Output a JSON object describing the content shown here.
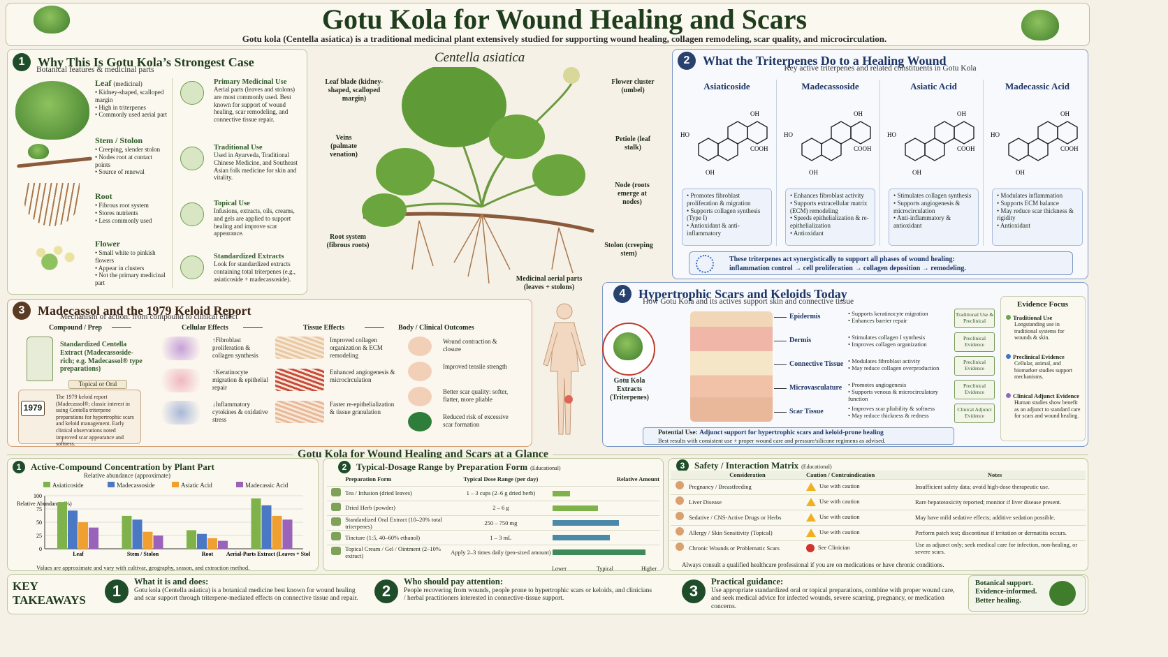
{
  "header": {
    "title": "Gotu Kola for Wound Healing and Scars",
    "subtitle": "Gotu kola (Centella asiatica) is a traditional medicinal plant extensively studied for supporting wound healing, collagen remodeling, scar quality, and microcirculation."
  },
  "s1": {
    "num": "1",
    "title": "Why This Is Gotu Kola’s Strongest Case",
    "subtitle": "Botanical features & medicinal parts",
    "parts": [
      {
        "name": "Leaf",
        "tag": "(medicinal)",
        "items": [
          "Kidney-shaped, scalloped margin",
          "High in triterpenes",
          "Commonly used aerial part"
        ]
      },
      {
        "name": "Stem / Stolon",
        "tag": "",
        "items": [
          "Creeping, slender stolon",
          "Nodes root at contact points",
          "Source of renewal"
        ]
      },
      {
        "name": "Root",
        "tag": "",
        "items": [
          "Fibrous root system",
          "Stores nutrients",
          "Less commonly used"
        ]
      },
      {
        "name": "Flower",
        "tag": "",
        "items": [
          "Small white to pinkish flowers",
          "Appear in clusters",
          "Not the primary medicinal part"
        ]
      }
    ],
    "uses": [
      {
        "title": "Primary Medicinal Use",
        "text": "Aerial parts (leaves and stolons) are most commonly used. Best known for support of wound healing, scar remodeling, and connective tissue repair."
      },
      {
        "title": "Traditional Use",
        "text": "Used in Ayurveda, Traditional Chinese Medicine, and Southeast Asian folk medicine for skin and vitality."
      },
      {
        "title": "Topical Use",
        "text": "Infusions, extracts, oils, creams, and gels are applied to support healing and improve scar appearance."
      },
      {
        "title": "Standardized Extracts",
        "text": "Look for standardized extracts containing total triterpenes (e.g., asiaticoside + madecassoside)."
      }
    ]
  },
  "plant": {
    "title": "Centella asiatica",
    "labels": {
      "leaf": "Leaf blade (kidney-shaped, scalloped margin)",
      "veins": "Veins (palmate venation)",
      "flower": "Flower cluster (umbel)",
      "petiole": "Petiole (leaf stalk)",
      "node": "Node (roots emerge at nodes)",
      "root": "Root system (fibrous roots)",
      "stolon": "Stolon (creeping stem)",
      "aerial": "Medicinal aerial parts (leaves + stolons)"
    }
  },
  "s2": {
    "num": "2",
    "title": "What the Triterpenes Do to a Healing Wound",
    "subtitle": "Key active triterpenes and related constituents in Gotu Kola",
    "compounds": [
      {
        "name": "Asiaticoside",
        "items": [
          "Promotes fibroblast proliferation & migration",
          "Supports collagen synthesis (Type I)",
          "Antioxidant & anti-inflammatory"
        ]
      },
      {
        "name": "Madecassoside",
        "items": [
          "Enhances fibroblast activity",
          "Supports extracellular matrix (ECM) remodeling",
          "Speeds epithelialization & re-epithelialization",
          "Antioxidant"
        ]
      },
      {
        "name": "Asiatic Acid",
        "items": [
          "Stimulates collagen synthesis",
          "Supports angiogenesis & microcirculation",
          "Anti-inflammatory & antioxidant"
        ]
      },
      {
        "name": "Madecassic Acid",
        "items": [
          "Modulates inflammation",
          "Supports ECM balance",
          "May reduce scar thickness & rigidity",
          "Antioxidant"
        ]
      }
    ],
    "chem": {
      "oh": "OH",
      "cooh": "COOH",
      "ho": "HO"
    },
    "summary1": "These triterpenes act synergistically to support all phases of wound healing:",
    "summary2": "inflammation control → cell proliferation → collagen deposition → remodeling."
  },
  "s3": {
    "num": "3",
    "title": "Madecassol and the 1979 Keloid Report",
    "subtitle": "Mechanism of action: from compound to clinical effect",
    "cols": [
      "Compound / Prep",
      "Cellular Effects",
      "Tissue Effects",
      "Body / Clinical Outcomes"
    ],
    "prep": "Standardized Centella Extract (Madecassoside-rich; e.g. Madecassol® type preparations)",
    "prep_tag": "Topical or Oral",
    "year": "1979",
    "report": "The 1979 keloid report (Madecassol®; classic interest in using Centella triterpene preparations for hypertrophic scars and keloid management. Early clinical observations noted improved scar appearance and softness.",
    "cellular": [
      "↑Fibroblast proliferation & collagen synthesis",
      "↑Keratinocyte migration & epithelial repair",
      "↓Inflammatory cytokines & oxidative stress"
    ],
    "tissue": [
      "Improved collagen organization & ECM remodeling",
      "Enhanced angiogenesis & microcirculation",
      "Faster re-epithelialization & tissue granulation"
    ],
    "outcomes": [
      "Wound contraction & closure",
      "Improved tensile strength",
      "Better scar quality: softer, flatter, more pliable",
      "Reduced risk of excessive scar formation"
    ]
  },
  "s4": {
    "num": "4",
    "title": "Hypertrophic Scars and Keloids Today",
    "subtitle": "How Gotu Kola and its actives support skin and connective tissue",
    "extract": "Gotu Kola Extracts (Triterpenes)",
    "layers": [
      {
        "name": "Epidermis",
        "items": [
          "Supports keratinocyte migration",
          "Enhances barrier repair"
        ],
        "ev": "Traditional Use & Preclinical"
      },
      {
        "name": "Dermis",
        "items": [
          "Stimulates collagen I synthesis",
          "Improves collagen organization"
        ],
        "ev": "Preclinical Evidence"
      },
      {
        "name": "Connective Tissue",
        "items": [
          "Modulates fibroblast activity",
          "May reduce collagen overproduction"
        ],
        "ev": "Preclinical Evidence"
      },
      {
        "name": "Microvasculature",
        "items": [
          "Promotes angiogenesis",
          "Supports venous & microcirculatory function"
        ],
        "ev": "Preclinical Evidence"
      },
      {
        "name": "Scar Tissue",
        "items": [
          "Improves scar pliability & softness",
          "May reduce thickness & redness"
        ],
        "ev": "Clinical Adjunct Evidence"
      }
    ],
    "potential_label": "Potential Use:",
    "potential": "Adjunct support for hypertrophic scars and keloid-prone healing",
    "potential2": "Best results with consistent use + proper wound care and pressure/silicone regimens as advised.",
    "evidence_title": "Evidence Focus",
    "evidence": [
      {
        "title": "Traditional Use",
        "text": "Longstanding use in traditional systems for wounds & skin.",
        "color": "#6aa84f"
      },
      {
        "title": "Preclinical Evidence",
        "text": "Cellular, animal, and biomarker studies support mechanisms.",
        "color": "#3d78c4"
      },
      {
        "title": "Clinical Adjunct Evidence",
        "text": "Human studies show benefit as an adjunct to standard care for scars and wound healing.",
        "color": "#8e6bbf"
      }
    ]
  },
  "glance": {
    "title": "Gotu Kola for Wound Healing and Scars at a Glance"
  },
  "chart": {
    "num": "1",
    "title": "Active-Compound Concentration by Plant Part",
    "subtitle": "Relative abundance (approximate)",
    "note": "Values are approximate and vary with cultivar, geography, season, and extraction method.",
    "chart_data": {
      "type": "bar",
      "categories": [
        "Leaf",
        "Stem / Stolon",
        "Root",
        "Aerial-Parts Extract (Leaves + Stolon)"
      ],
      "series": [
        {
          "name": "Asiaticoside",
          "values": [
            88,
            62,
            35,
            95
          ],
          "color": "#7fb24a"
        },
        {
          "name": "Madecassoside",
          "values": [
            72,
            55,
            28,
            82
          ],
          "color": "#4a78c4"
        },
        {
          "name": "Asiatic Acid",
          "values": [
            50,
            32,
            20,
            62
          ],
          "color": "#f0a030"
        },
        {
          "name": "Madecassic Acid",
          "values": [
            40,
            25,
            15,
            55
          ],
          "color": "#9a62b8"
        }
      ],
      "ylabel": "Relative Abundance (%)",
      "ylim": [
        0,
        100
      ],
      "ticks": [
        0,
        25,
        50,
        75,
        100
      ]
    }
  },
  "dosage": {
    "num": "2",
    "title": "Typical-Dosage Range by Preparation Form",
    "tag": "(Educational)",
    "headers": [
      "Preparation Form",
      "Typical Dose Range (per day)",
      "Relative Amount"
    ],
    "rows": [
      {
        "form": "Tea / Infusion (dried leaves)",
        "dose": "1 – 3 cups (2–6 g dried herb)",
        "amount": 0.18,
        "color": "#7fb24a"
      },
      {
        "form": "Dried Herb (powder)",
        "dose": "2 – 6 g",
        "amount": 0.48,
        "color": "#7fb24a"
      },
      {
        "form": "Standardized Oral Extract (10–20% total triterpenes)",
        "dose": "250 – 750 mg",
        "amount": 0.7,
        "color": "#4a8aa8"
      },
      {
        "form": "Tincture (1:5, 40–60% ethanol)",
        "dose": "1 – 3 mL",
        "amount": 0.6,
        "color": "#4a8aa8"
      },
      {
        "form": "Topical Cream / Gel / Ointment (2–10% extract)",
        "dose": "Apply 2–3 times daily (pea-sized amount)",
        "amount": 0.98,
        "color": "#3f8a5a"
      }
    ],
    "scale": [
      "Lower",
      "Typical",
      "Higher"
    ]
  },
  "safety": {
    "num": "3",
    "title": "Safety / Interaction Matrix",
    "tag": "(Educational)",
    "headers": [
      "Consideration",
      "Caution / Contraindication",
      "Notes"
    ],
    "rows": [
      {
        "c": "Pregnancy / Breastfeeding",
        "s": "Use with caution",
        "n": "Insufficient safety data; avoid high-dose therapeutic use.",
        "type": "warn"
      },
      {
        "c": "Liver Disease",
        "s": "Use with caution",
        "n": "Rare hepatotoxicity reported; monitor if liver disease present.",
        "type": "warn"
      },
      {
        "c": "Sedative / CNS-Active Drugs or Herbs",
        "s": "Use with caution",
        "n": "May have mild sedative effects; additive sedation possible.",
        "type": "warn"
      },
      {
        "c": "Allergy / Skin Sensitivity (Topical)",
        "s": "Use with caution",
        "n": "Perform patch test; discontinue if irritation or dermatitis occurs.",
        "type": "warn"
      },
      {
        "c": "Chronic Wounds or Problematic Scars",
        "s": "See Clinician",
        "n": "Use as adjunct only; seek medical care for infection, non-healing, or severe scars.",
        "type": "stop"
      }
    ],
    "footer": "Always consult a qualified healthcare professional if you are on medications or have chronic conditions."
  },
  "takeaways": {
    "label": "KEY TAKEAWAYS",
    "items": [
      {
        "num": "1",
        "title": "What it is and does:",
        "text": "Gotu kola (Centella asiatica) is a botanical medicine best known for wound healing and scar support through triterpene-mediated effects on connective tissue and repair."
      },
      {
        "num": "2",
        "title": "Who should pay attention:",
        "text": "People recovering from wounds, people prone to hypertrophic scars or keloids, and clinicians / herbal practitioners interested in connective-tissue support."
      },
      {
        "num": "3",
        "title": "Practical guidance:",
        "text": "Use appropriate standardized oral or topical preparations, combine with proper wound care, and seek medical advice for infected wounds, severe scarring, pregnancy, or medication concerns."
      }
    ],
    "tagline": "Botanical support. Evidence-informed. Better healing."
  }
}
